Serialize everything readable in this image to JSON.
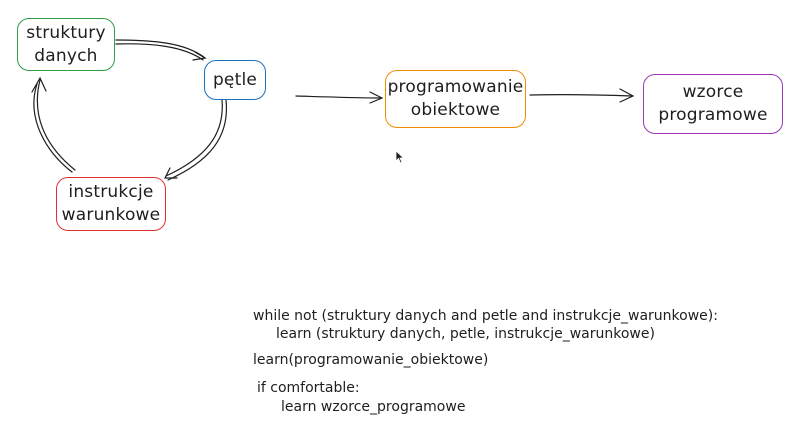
{
  "nodes": {
    "struktury": {
      "label": "struktury\ndanych",
      "color": "#2f9e44"
    },
    "petle": {
      "label": "pętle",
      "color": "#1971c2"
    },
    "instrukcje": {
      "label": "instrukcje\nwarunkowe",
      "color": "#e03131"
    },
    "programowanie": {
      "label": "programowanie\nobiektowe",
      "color": "#f08c00"
    },
    "wzorce": {
      "label": "wzorce\nprogramowe",
      "color": "#9c36b5"
    }
  },
  "code": {
    "line1": "while not (struktury danych and petle and instrukcje_warunkowe):",
    "line2": "learn (struktury danych, petle, instrukcje_warunkowe)",
    "line3": "learn(programowanie_obiektowe)",
    "line4": "if comfortable:",
    "line5": "learn wzorce_programowe"
  },
  "cursor_icon": "mouse-pointer-icon"
}
